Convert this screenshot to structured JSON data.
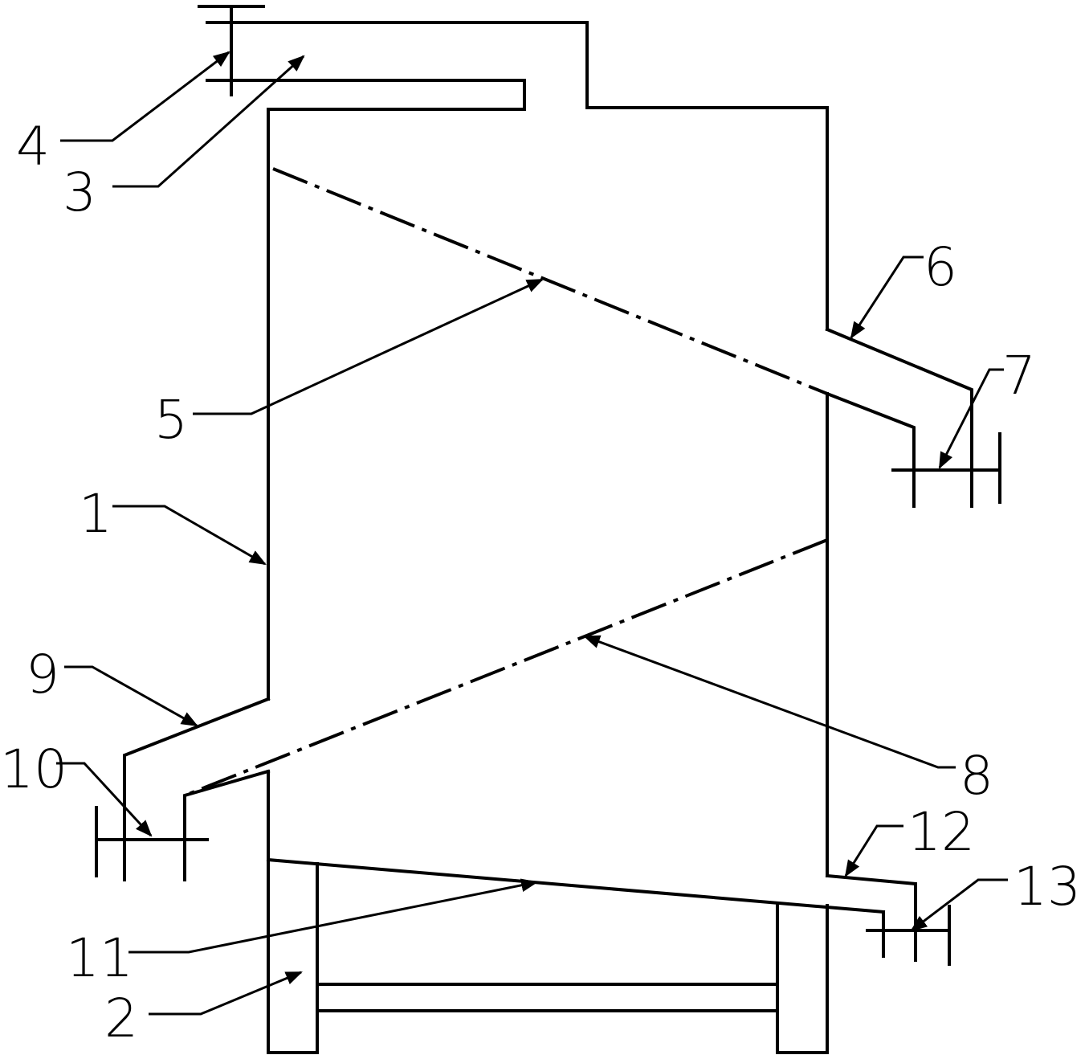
{
  "labels": {
    "l1": "1",
    "l2": "2",
    "l3": "3",
    "l4": "4",
    "l5": "5",
    "l6": "6",
    "l7": "7",
    "l8": "8",
    "l9": "9",
    "l10": "10",
    "l11": "11",
    "l12": "12",
    "l13": "13"
  },
  "colors": {
    "line": "#000000",
    "background": "#ffffff"
  }
}
